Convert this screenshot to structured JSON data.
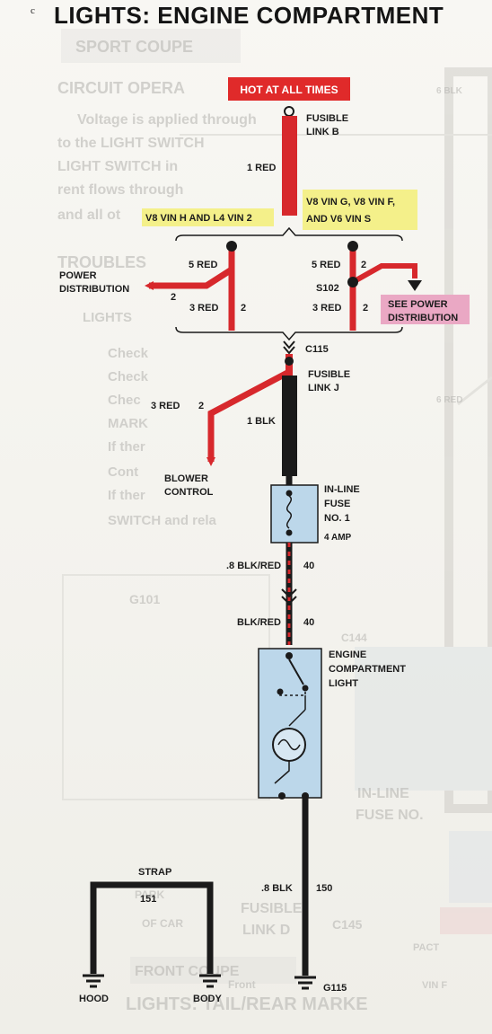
{
  "page": {
    "corner_mark": "c",
    "title": "LIGHTS: ENGINE COMPARTMENT"
  },
  "colors": {
    "red_wire": "#d7282c",
    "black_wire": "#1a1a1a",
    "yellow_highlight": "#f4f08a",
    "pink_highlight": "#eaa8c4",
    "blue_box": "#bcd7ea",
    "hot_box": "#e02a2a"
  },
  "labels": {
    "hot": "HOT AT ALL TIMES",
    "fusible_link_b": [
      "FUSIBLE",
      "LINK B"
    ],
    "wire_1_red": "1 RED",
    "vin_left": "V8 VIN H AND L4 VIN 2",
    "vin_right": [
      "V8 VIN G, V8 VIN F,",
      "AND V6 VIN S"
    ],
    "left_5_red": "5 RED",
    "left_2_a": "2",
    "left_3_red": "3 RED",
    "left_2_b": "2",
    "power_distribution": [
      "POWER",
      "DISTRIBUTION"
    ],
    "right_5_red": "5 RED",
    "right_2_a": "2",
    "s102": "S102",
    "right_3_red": "3 RED",
    "right_2_b": "2",
    "see_power": [
      "SEE POWER",
      "DISTRIBUTION"
    ],
    "c115": "C115",
    "fusible_link_j": [
      "FUSIBLE",
      "LINK J"
    ],
    "blower_3_red": "3 RED",
    "blower_2": "2",
    "wire_1_blk": "1 BLK",
    "blower_control": [
      "BLOWER",
      "CONTROL"
    ],
    "inline_fuse": [
      "IN-LINE",
      "FUSE",
      "NO. 1"
    ],
    "fuse_amp": "4 AMP",
    "wire_blkred_8": ".8 BLK/RED",
    "wire_40_a": "40",
    "wire_blkred": "BLK/RED",
    "wire_40_b": "40",
    "engine_light": [
      "ENGINE",
      "COMPARTMENT",
      "LIGHT"
    ],
    "strap": "STRAP",
    "strap_151": "151",
    "wire_8_blk": ".8 BLK",
    "wire_150": "150",
    "hood": "HOOD",
    "body": "BODY",
    "g115": "G115"
  },
  "bleed_through": {
    "left_column": [
      "SPORT COUPE",
      "CIRCUIT OPERA",
      "Voltage is applied through",
      "to the LIGHT SWITCH",
      "LIGHT SWITCH in",
      "rent flows through",
      "and all ot",
      "TROUBLES",
      "LIGHTS",
      "Check",
      "Check",
      "Chec",
      "MARK",
      "If ther",
      "Cont",
      "If ther",
      "SWITCH and rela",
      "G101",
      "FUSIBLE",
      "LINK D",
      "PARK",
      "OF CAR",
      "FRONT COUPE",
      "LIGHTS: TAIL/REAR MARKE",
      "Front"
    ],
    "right_column": [
      "IN-LINE",
      "FUSE NO.",
      "C145",
      "C144",
      "6 BLK",
      "6 RED",
      "PACT",
      "VIN F"
    ]
  }
}
